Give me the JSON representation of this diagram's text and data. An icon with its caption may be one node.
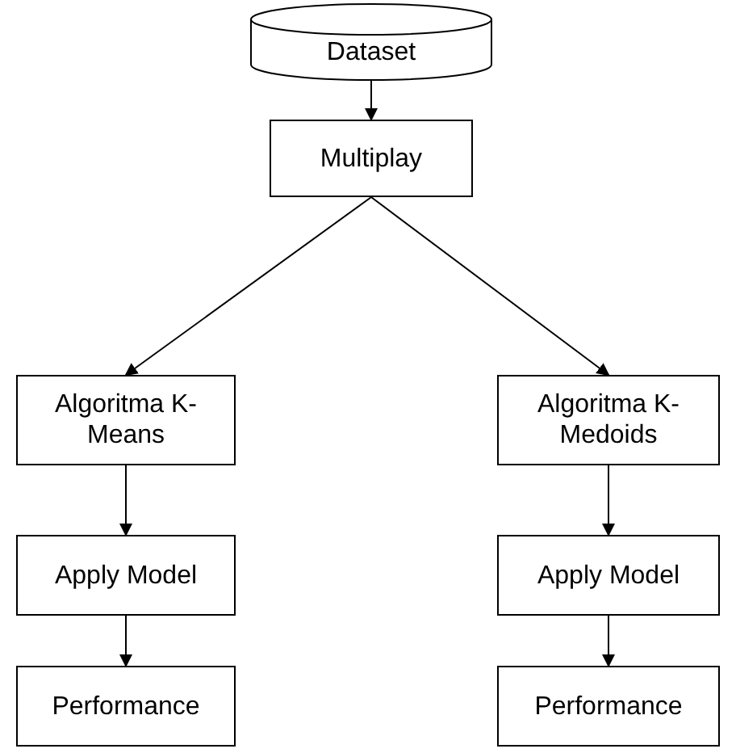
{
  "diagram": {
    "nodes": [
      {
        "text": [
          "Dataset"
        ]
      },
      {
        "text": [
          "Multiplay"
        ]
      },
      {
        "text": [
          "Algoritma K-Means"
        ]
      },
      {
        "text": [
          "Algoritma K-Medoids"
        ]
      },
      {
        "text": [
          "Apply Model"
        ]
      },
      {
        "text": [
          "Apply Model"
        ]
      },
      {
        "text": [
          "Performance"
        ]
      },
      {
        "text": [
          "Performance"
        ]
      }
    ],
    "edges": [
      {
        "from": 0,
        "to": 1,
        "arrow": "to"
      },
      {
        "from": 1,
        "to": 2,
        "arrow": "to"
      },
      {
        "from": 1,
        "to": 3,
        "arrow": "to"
      },
      {
        "from": 2,
        "to": 4,
        "arrow": "to"
      },
      {
        "from": 3,
        "to": 5,
        "arrow": "to"
      },
      {
        "from": 4,
        "to": 6,
        "arrow": "to"
      },
      {
        "from": 5,
        "to": 7,
        "arrow": "to"
      }
    ]
  }
}
